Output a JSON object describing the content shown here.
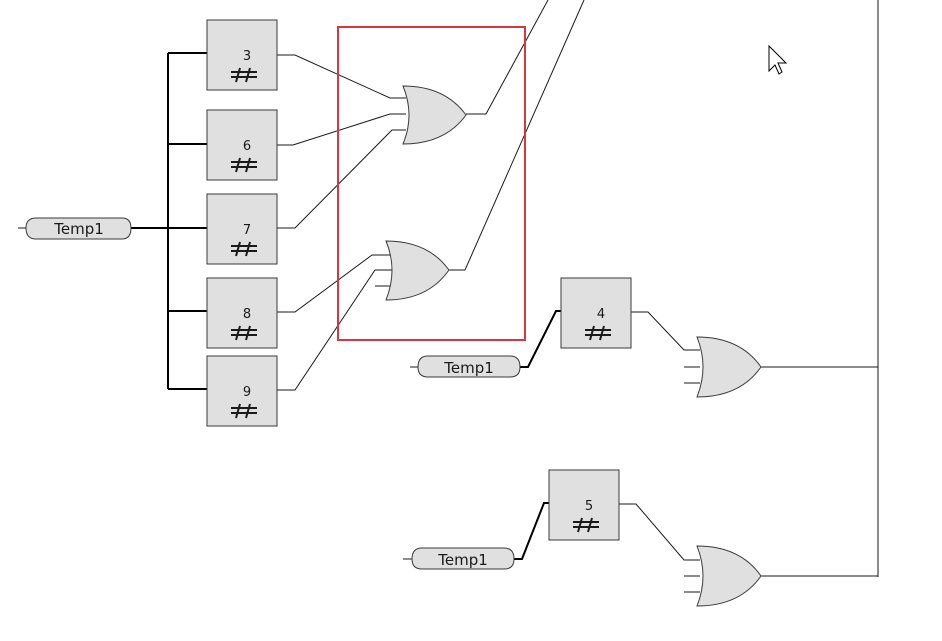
{
  "diagram": {
    "blocks": [
      {
        "id": "b3",
        "label": "3"
      },
      {
        "id": "b6",
        "label": "6"
      },
      {
        "id": "b7",
        "label": "7"
      },
      {
        "id": "b8",
        "label": "8"
      },
      {
        "id": "b9",
        "label": "9"
      },
      {
        "id": "b4",
        "label": "4"
      },
      {
        "id": "b5",
        "label": "5"
      }
    ],
    "tags": [
      {
        "id": "t1",
        "label": "Temp1"
      },
      {
        "id": "t2",
        "label": "Temp1"
      },
      {
        "id": "t3",
        "label": "Temp1"
      }
    ],
    "gates": [
      {
        "id": "g1",
        "type": "OR"
      },
      {
        "id": "g2",
        "type": "OR"
      },
      {
        "id": "g3",
        "type": "OR"
      },
      {
        "id": "g4",
        "type": "OR"
      }
    ],
    "selection_color": "#d9363e"
  }
}
